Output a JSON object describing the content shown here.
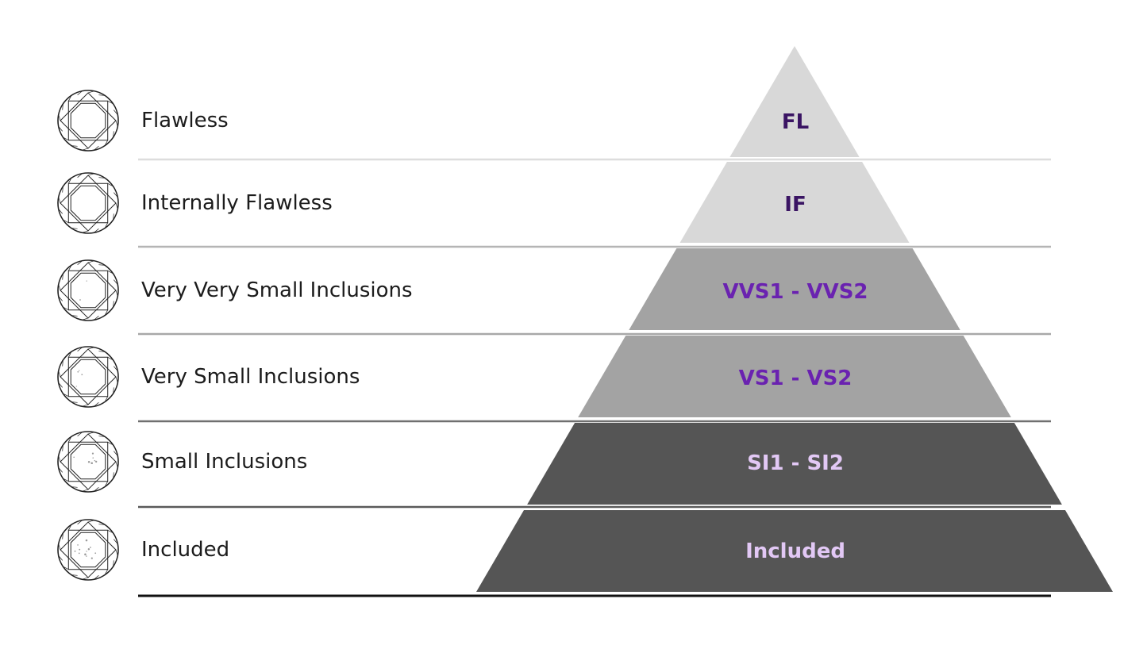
{
  "diagram": {
    "grades": [
      {
        "name": "Flawless",
        "code": "FL",
        "tier_fill": "#d8d8d8",
        "code_color": "#3a1463",
        "divider_color": "#dddddd",
        "clarity_speckles": 0
      },
      {
        "name": "Internally Flawless",
        "code": "IF",
        "tier_fill": "#d8d8d8",
        "code_color": "#3a1463",
        "divider_color": "#b5b5b5",
        "clarity_speckles": 0
      },
      {
        "name": "Very Very Small Inclusions",
        "code": "VVS1 - VVS2",
        "tier_fill": "#a3a3a3",
        "code_color": "#6a22b0",
        "divider_color": "#a8a8a8",
        "clarity_speckles": 2
      },
      {
        "name": "Very Small Inclusions",
        "code": "VS1 - VS2",
        "tier_fill": "#a3a3a3",
        "code_color": "#6a22b0",
        "divider_color": "#707070",
        "clarity_speckles": 4
      },
      {
        "name": "Small Inclusions",
        "code": "SI1 - SI2",
        "tier_fill": "#555555",
        "code_color": "#e2c8f5",
        "divider_color": "#5a5a5a",
        "clarity_speckles": 7
      },
      {
        "name": "Included",
        "code": "Included",
        "tier_fill": "#555555",
        "code_color": "#e2c8f5",
        "divider_color": "#111111",
        "clarity_speckles": 12
      }
    ]
  }
}
